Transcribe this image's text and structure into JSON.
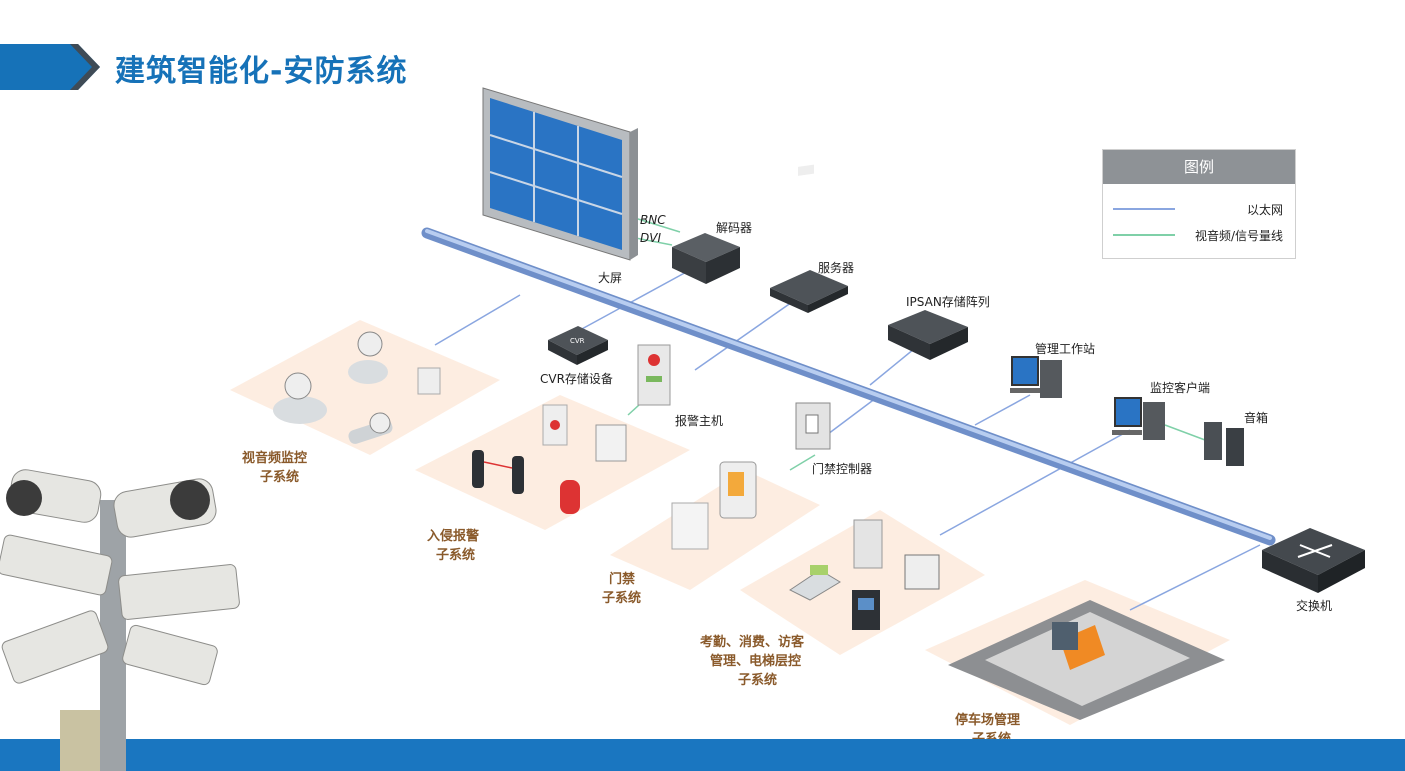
{
  "page": {
    "title": "建筑智能化-安防系统"
  },
  "legend": {
    "title": "图例",
    "items": [
      {
        "label": "以太网",
        "color": "#8aa6e0"
      },
      {
        "label": "视音频/信号量线",
        "color": "#7fd0a8"
      }
    ]
  },
  "devices": {
    "big_screen": "大屏",
    "decoder": "解码器",
    "bnc": "BNC",
    "dvi": "DVI",
    "server": "服务器",
    "ipsan": "IPSAN存储阵列",
    "workstation": "管理工作站",
    "monitor_client": "监控客户端",
    "speaker": "音箱",
    "cvr": "CVR存储设备",
    "cvr_badge": "CVR",
    "alarm_host": "报警主机",
    "door_controller": "门禁控制器",
    "switch": "交换机"
  },
  "subsystems": {
    "video_1": "视音频监控",
    "video_2": "子系统",
    "intrusion_1": "入侵报警",
    "intrusion_2": "子系统",
    "access_1": "门禁",
    "access_2": "子系统",
    "attendance_1": "考勤、消费、访客",
    "attendance_2": "管理、电梯层控",
    "attendance_3": "子系统",
    "parking_1": "停车场管理",
    "parking_2": "子系统"
  },
  "colors": {
    "brand": "#1672b8",
    "bar": "#1a76c0",
    "ethernet": "#8aa6e0",
    "signal": "#7fd0a8",
    "zone": "#fde9d9"
  }
}
